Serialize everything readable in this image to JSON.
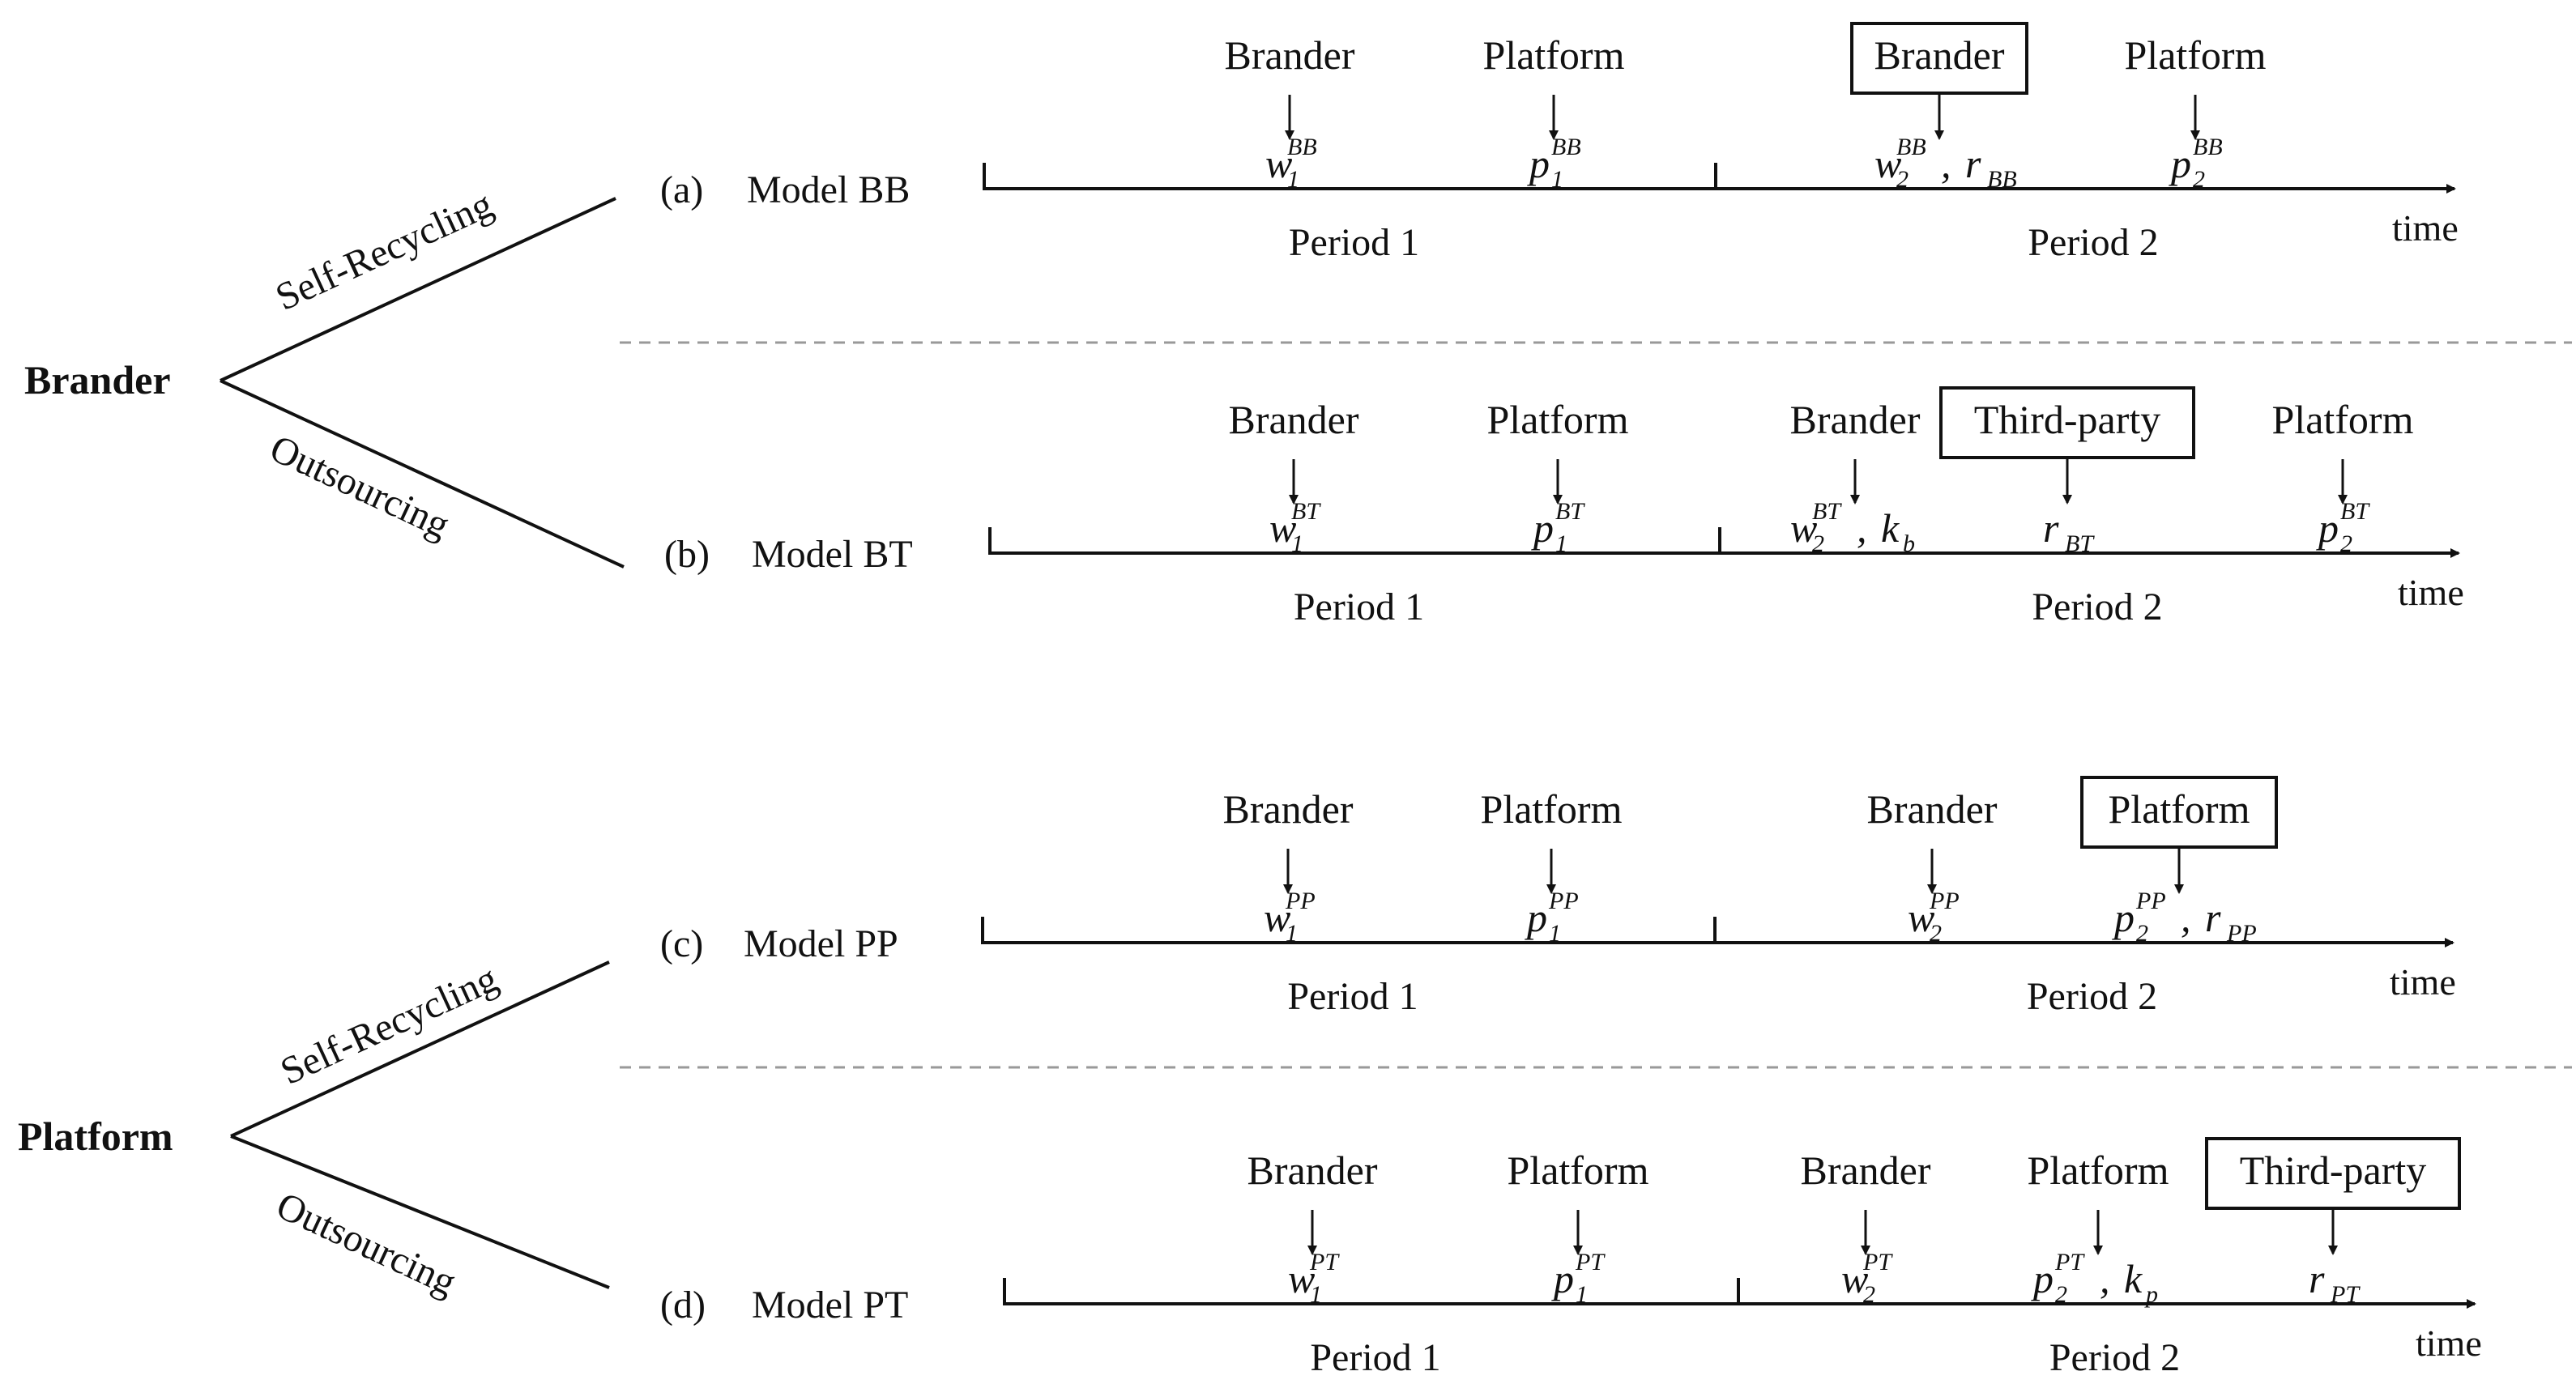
{
  "groups": [
    {
      "root": "Brander",
      "upper_branch": "Self-Recycling",
      "lower_branch": "Outsourcing"
    },
    {
      "root": "Platform",
      "upper_branch": "Self-Recycling",
      "lower_branch": "Outsourcing"
    }
  ],
  "models": [
    {
      "tag": "(a)",
      "name": "Model BB",
      "period1": "Period 1",
      "period2": "Period 2",
      "time_label": "time",
      "events": [
        {
          "actor": "Brander",
          "boxed": false,
          "terms": [
            {
              "base": "w",
              "sub": "1",
              "sup": "BB"
            }
          ]
        },
        {
          "actor": "Platform",
          "boxed": false,
          "terms": [
            {
              "base": "p",
              "sub": "1",
              "sup": "BB"
            }
          ]
        },
        {
          "actor": "Brander",
          "boxed": true,
          "terms": [
            {
              "base": "w",
              "sub": "2",
              "sup": "BB"
            },
            {
              "base": "r",
              "sub": "BB",
              "sup": ""
            }
          ]
        },
        {
          "actor": "Platform",
          "boxed": false,
          "terms": [
            {
              "base": "p",
              "sub": "2",
              "sup": "BB"
            }
          ]
        }
      ]
    },
    {
      "tag": "(b)",
      "name": "Model BT",
      "period1": "Period 1",
      "period2": "Period 2",
      "time_label": "time",
      "events": [
        {
          "actor": "Brander",
          "boxed": false,
          "terms": [
            {
              "base": "w",
              "sub": "1",
              "sup": "BT"
            }
          ]
        },
        {
          "actor": "Platform",
          "boxed": false,
          "terms": [
            {
              "base": "p",
              "sub": "1",
              "sup": "BT"
            }
          ]
        },
        {
          "actor": "Brander",
          "boxed": false,
          "terms": [
            {
              "base": "w",
              "sub": "2",
              "sup": "BT"
            },
            {
              "base": "k",
              "sub": "b",
              "sup": ""
            }
          ]
        },
        {
          "actor": "Third-party",
          "boxed": true,
          "terms": [
            {
              "base": "r",
              "sub": "BT",
              "sup": ""
            }
          ]
        },
        {
          "actor": "Platform",
          "boxed": false,
          "terms": [
            {
              "base": "p",
              "sub": "2",
              "sup": "BT"
            }
          ]
        }
      ]
    },
    {
      "tag": "(c)",
      "name": "Model PP",
      "period1": "Period 1",
      "period2": "Period 2",
      "time_label": "time",
      "events": [
        {
          "actor": "Brander",
          "boxed": false,
          "terms": [
            {
              "base": "w",
              "sub": "1",
              "sup": "PP"
            }
          ]
        },
        {
          "actor": "Platform",
          "boxed": false,
          "terms": [
            {
              "base": "p",
              "sub": "1",
              "sup": "PP"
            }
          ]
        },
        {
          "actor": "Brander",
          "boxed": false,
          "terms": [
            {
              "base": "w",
              "sub": "2",
              "sup": "PP"
            }
          ]
        },
        {
          "actor": "Platform",
          "boxed": true,
          "terms": [
            {
              "base": "p",
              "sub": "2",
              "sup": "PP"
            },
            {
              "base": "r",
              "sub": "PP",
              "sup": ""
            }
          ]
        }
      ]
    },
    {
      "tag": "(d)",
      "name": "Model PT",
      "period1": "Period 1",
      "period2": "Period 2",
      "time_label": "time",
      "events": [
        {
          "actor": "Brander",
          "boxed": false,
          "terms": [
            {
              "base": "w",
              "sub": "1",
              "sup": "PT"
            }
          ]
        },
        {
          "actor": "Platform",
          "boxed": false,
          "terms": [
            {
              "base": "p",
              "sub": "1",
              "sup": "PT"
            }
          ]
        },
        {
          "actor": "Brander",
          "boxed": false,
          "terms": [
            {
              "base": "w",
              "sub": "2",
              "sup": "PT"
            }
          ]
        },
        {
          "actor": "Platform",
          "boxed": false,
          "terms": [
            {
              "base": "p",
              "sub": "2",
              "sup": "PT"
            },
            {
              "base": "k",
              "sub": "p",
              "sup": ""
            }
          ]
        },
        {
          "actor": "Third-party",
          "boxed": true,
          "terms": [
            {
              "base": "r",
              "sub": "PT",
              "sup": ""
            }
          ]
        }
      ]
    }
  ]
}
